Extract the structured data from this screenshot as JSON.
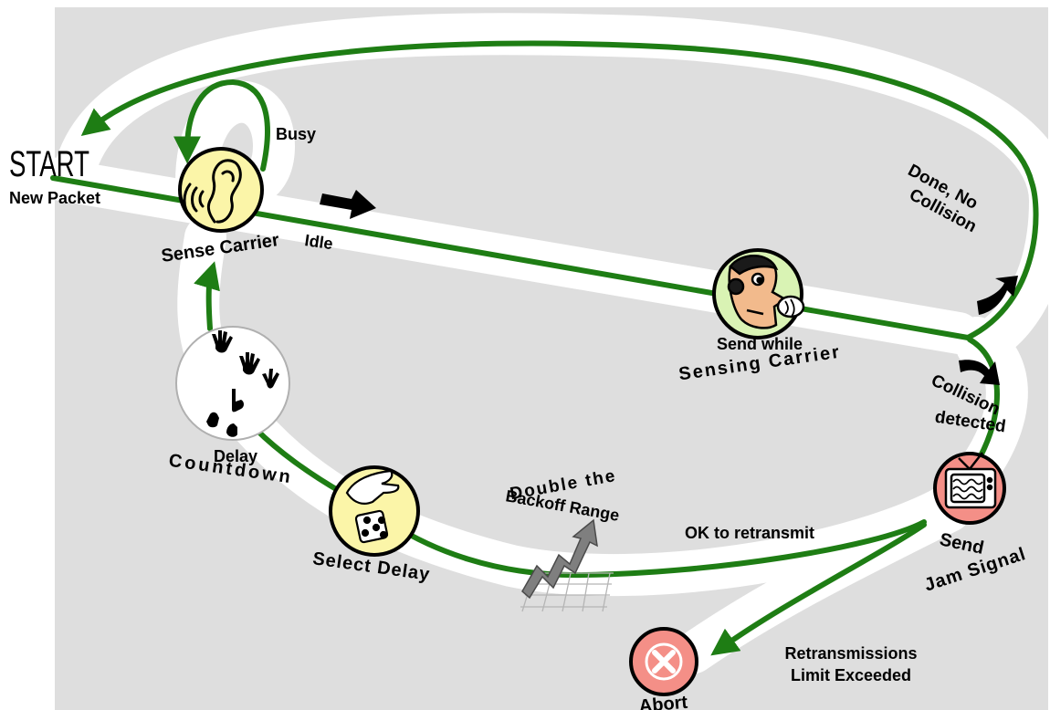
{
  "labels": {
    "start": "START",
    "new_packet": "New Packet",
    "sense_carrier": "Sense Carrier",
    "busy": "Busy",
    "idle": "Idle",
    "send_while_line1": "Send while",
    "send_while_line2": "Sensing Carrier",
    "done_line1": "Done, No",
    "done_line2": "Collision",
    "collision_line1": "Collision",
    "collision_line2": "detected",
    "send_jam_line1": "Send",
    "send_jam_line2": "Jam Signal",
    "ok_retransmit": "OK to retransmit",
    "double_line1": "Double the",
    "double_line2": "Backoff Range",
    "select_delay": "Select Delay",
    "delay_line1": "Delay",
    "delay_line2": "Countdown",
    "retrans_line1": "Retransmissions",
    "retrans_line2": "Limit Exceeded",
    "abort": "Abort"
  },
  "icons": {
    "sense_carrier": "ear-icon",
    "send_while_sensing": "talking-head-icon",
    "send_jam": "tv-static-icon",
    "select_delay": "hand-dice-icon",
    "delay_countdown": "counting-hands-icon",
    "double_backoff": "rising-arrow-graph-icon",
    "abort": "x-mark-icon"
  },
  "colors": {
    "background": "#dedede",
    "track": "#ffffff",
    "path": "#1e7d14",
    "node_yellow": "#fbf5a8",
    "node_green": "#d9f3b4",
    "node_red": "#f48f87",
    "node_white": "#ffffff"
  }
}
